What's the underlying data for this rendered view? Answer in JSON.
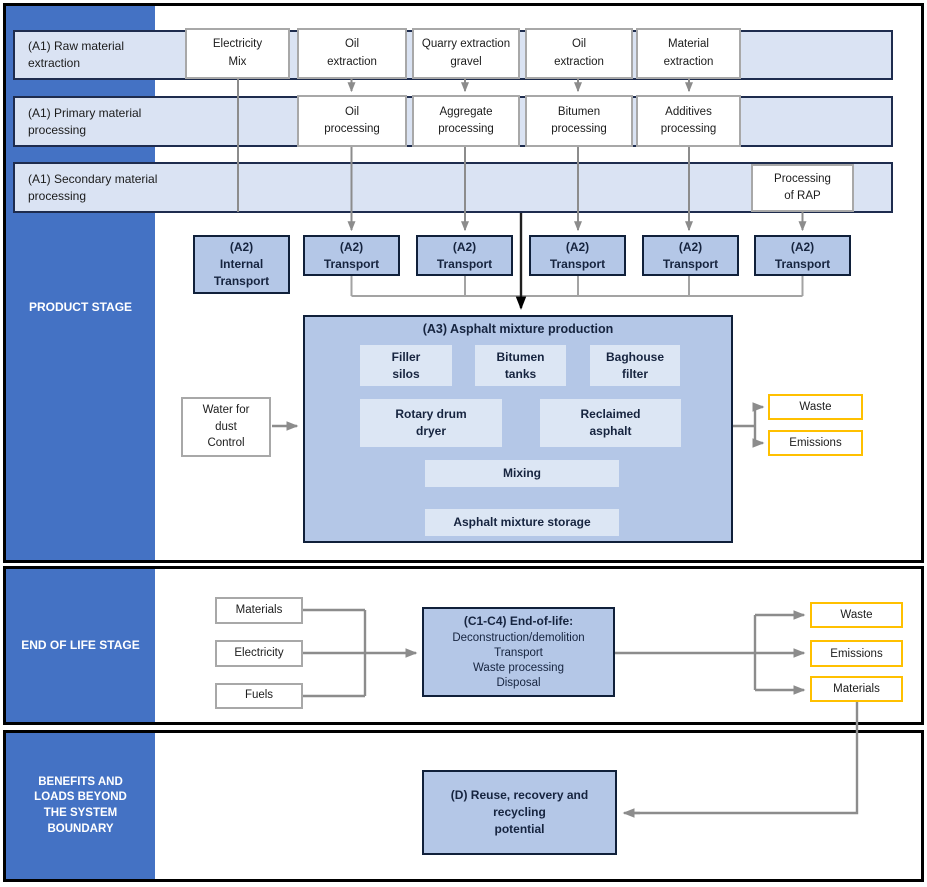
{
  "colors": {
    "sidebar_blue": "#4472C4",
    "band_fill": "#DAE3F3",
    "blue_box_fill": "#B4C7E7",
    "inner_box_fill": "#DCE6F4",
    "output_border_yellow": "#FFC000",
    "connector_gray": "#8C8C8C",
    "section_border": "#000000"
  },
  "product_stage": {
    "sidebar_label": "PRODUCT STAGE",
    "bands": [
      {
        "label": "(A1) Raw material\nextraction"
      },
      {
        "label": "(A1) Primary material\nprocessing"
      },
      {
        "label": "(A1) Secondary material\nprocessing"
      }
    ],
    "raw_materials": [
      "Electricity\nMix",
      "Oil\nextraction",
      "Quarry extraction\ngravel",
      "Oil\nextraction",
      "Material\nextraction"
    ],
    "primary_processing": [
      "Oil\nprocessing",
      "Aggregate\nprocessing",
      "Bitumen\nprocessing",
      "Additives\nprocessing"
    ],
    "secondary_processing": [
      "Processing\nof RAP"
    ],
    "internal_transport": "(A2)\nInternal\nTransport",
    "transport": "(A2)\nTransport",
    "a3": {
      "title": "(A3) Asphalt mixture production",
      "units": [
        "Filler\nsilos",
        "Bitumen\ntanks",
        "Baghouse\nfilter",
        "Rotary drum\ndryer",
        "Reclaimed\nasphalt",
        "Mixing",
        "Asphalt mixture storage"
      ]
    },
    "water_input": "Water for\ndust\nControl",
    "outputs": [
      "Waste",
      "Emissions"
    ]
  },
  "end_of_life_stage": {
    "sidebar_label": "END OF LIFE STAGE",
    "inputs": [
      "Materials",
      "Electricity",
      "Fuels"
    ],
    "c_box": {
      "title": "(C1-C4) End-of-life:",
      "processes": "Deconstruction/demolition\nTransport\nWaste processing\nDisposal"
    },
    "outputs": [
      "Waste",
      "Emissions",
      "Materials"
    ]
  },
  "benefits_stage": {
    "sidebar_label": "BENEFITS AND\nLOADS BEYOND\nTHE SYSTEM\nBOUNDARY",
    "d_box": "(D) Reuse, recovery and recycling\npotential"
  }
}
